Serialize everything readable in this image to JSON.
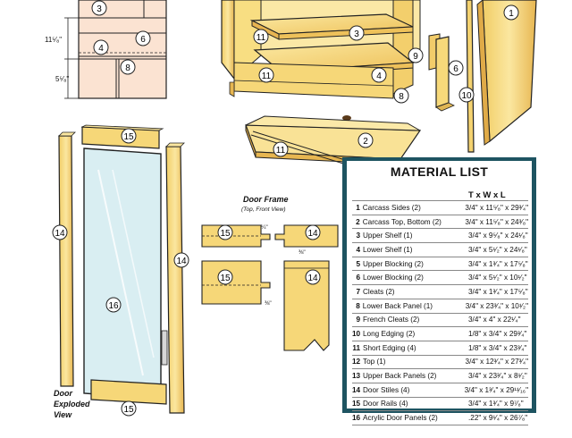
{
  "dimension_labels": {
    "height_upper": "11⁵⁄₈\"",
    "height_lower": "5⁵⁄₈\""
  },
  "callouts": {
    "c1": "1",
    "c2": "2",
    "c3_top": "3",
    "c3_cab": "3",
    "c4_left": "4",
    "c4_cab": "4",
    "c6_left": "6",
    "c6_cab": "6",
    "c8_left": "8",
    "c8_cab": "8",
    "c9": "9",
    "c10": "10",
    "c11_a": "11",
    "c11_b": "11",
    "c11_c": "11",
    "c14_left": "14",
    "c14_right": "14",
    "c14_df_top": "14",
    "c14_df_bot": "14",
    "c15_top": "15",
    "c15_bot": "15",
    "c15_df_top": "15",
    "c15_df_bot": "15",
    "c16": "16"
  },
  "door_frame": {
    "title": "Door Frame",
    "subtitle": "(Top, Front View)",
    "dim_a": "¼\"",
    "dim_b": "⅜\"",
    "dim_c": "⅜\""
  },
  "door_exploded_label": [
    "Door",
    "Exploded",
    "View"
  ],
  "material_list": {
    "title": "MATERIAL LIST",
    "header": "T x W x L",
    "rows": [
      {
        "num": "1",
        "part": "Carcass Sides (2)",
        "dim": "3/4\" x 11⁵⁄₈\" x 29³⁄₄\""
      },
      {
        "num": "2",
        "part": "Carcass Top, Bottom (2)",
        "dim": "3/4\" x 11⁵⁄₈\" x 24³⁄₈\""
      },
      {
        "num": "3",
        "part": "Upper Shelf (1)",
        "dim": "3/4\" x 9⁵⁄₈\" x 24¹⁄₈\""
      },
      {
        "num": "4",
        "part": "Lower Shelf (1)",
        "dim": "3/4\" x 5¹⁄₂\" x 24¹⁄₈\""
      },
      {
        "num": "5",
        "part": "Upper Blocking (2)",
        "dim": "3/4\" x 1³⁄₄\" x 17⁵⁄₈\""
      },
      {
        "num": "6",
        "part": "Lower Blocking (2)",
        "dim": "3/4\" x 5¹⁄₂\" x 10¹⁄₂\""
      },
      {
        "num": "7",
        "part": "Cleats (2)",
        "dim": "3/4\" x 1³⁄₄\" x 17⁵⁄₈\""
      },
      {
        "num": "8",
        "part": "Lower Back Panel (1)",
        "dim": "3/4\" x 23³⁄₄\" x 10¹⁄₂\""
      },
      {
        "num": "9",
        "part": "French Cleats (2)",
        "dim": "3/4\" x 4\" x 22¹⁄₄\""
      },
      {
        "num": "10",
        "part": "Long Edging (2)",
        "dim": "1/8\" x 3/4\" x 29³⁄₄\""
      },
      {
        "num": "11",
        "part": "Short Edging (4)",
        "dim": "1/8\" x 3/4\" x 23³⁄₄\""
      },
      {
        "num": "12",
        "part": "Top (1)",
        "dim": "3/4\" x 12³⁄₄\" x 27³⁄₄\""
      },
      {
        "num": "13",
        "part": "Upper Back Panels (2)",
        "dim": "3/4\" x 23³⁄₄\" x 8¹⁄₂\""
      },
      {
        "num": "14",
        "part": "Door Stiles (4)",
        "dim": "3/4\" x 1³⁄₄\" x 29¹¹⁄₁₆\""
      },
      {
        "num": "15",
        "part": "Door Rails (4)",
        "dim": "3/4\" x 1³⁄₄\" x 9⁷⁄₈\""
      },
      {
        "num": "16",
        "part": "Acrylic Door Panels (2)",
        "dim": ".22\" x 9¹⁄₄\" x 26⁷⁄₈\""
      }
    ]
  },
  "colors": {
    "wood": "#f6dc7c",
    "wood_dark": "#e0b654",
    "wood_edge": "#d49a3a",
    "panel_blue": "#d9eef2",
    "frame_teal": "#1e5461",
    "outline": "#222222"
  }
}
